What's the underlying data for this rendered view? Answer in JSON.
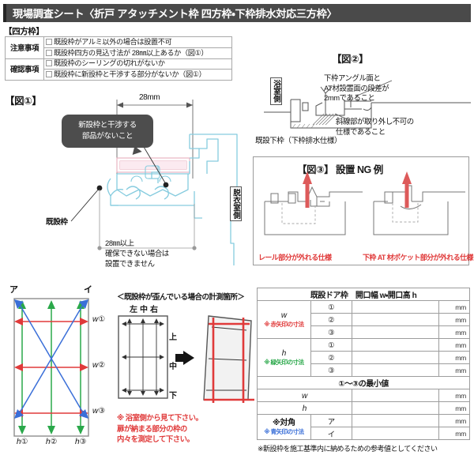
{
  "header": {
    "title": "現場調査シート〈折戸 アタッチメント枠 四方枠・下枠排水対応三方枠〉"
  },
  "section_label": "【四方枠】",
  "checklist": {
    "rows": [
      {
        "category": "注意事項",
        "items": [
          "既設枠がアルミ以外の場合は設置不可",
          "既設枠四方の見込寸法が 28㎜以上あるか（図①）"
        ]
      },
      {
        "category": "確認事項",
        "items": [
          "既設枠のシーリングの切れがないか",
          "既設枠に新設枠と干渉する部分がないか（図①）"
        ]
      }
    ]
  },
  "fig1": {
    "label": "【図①】",
    "dimension": "28mm",
    "callout_line1": "新設枠と干渉する",
    "callout_line2": "部品がないこと",
    "frame_label": "既設枠",
    "note": "28㎜以上\n確保できない場合は\n設置できません",
    "side_label": "脱衣室側"
  },
  "fig2": {
    "label": "【図②】",
    "side_label": "浴室側",
    "note_a": "下枠アングル面と\nAT材設置面の段差が\n2mmであること",
    "note_b": "斜線部が取り外し不可の\n仕様であること",
    "caption": "既設下枠（下枠排水仕様）"
  },
  "fig3": {
    "label": "【図③】 設置 NG 例",
    "caption_left": "レール部分が外れる仕様",
    "caption_right": "下枠 AT 材ポケット部分が外れる仕様"
  },
  "measure_diagram": {
    "corner_left": "ア",
    "corner_right": "イ",
    "w_labels": [
      "w①",
      "w②",
      "w③"
    ],
    "h_labels": [
      "h①",
      "h②",
      "h③"
    ]
  },
  "warp_diagram": {
    "title": "＜既設枠が歪んでいる場合の計測箇所＞",
    "columns": "左中右",
    "rows": [
      "上",
      "中",
      "下"
    ],
    "warning": "※ 浴室側から見て下さい。\n扉が納まる部分の枠の\n内々を測定して下さい。"
  },
  "data_table": {
    "header": "既設ドア枠　開口幅 w・開口高 h",
    "groups": [
      {
        "label": "w",
        "sublabel": "※ 赤矢印の寸法",
        "sub_color": "#e03a3a",
        "rows": [
          {
            "num": "①",
            "value": "",
            "unit": "mm"
          },
          {
            "num": "②",
            "value": "",
            "unit": "mm"
          },
          {
            "num": "③",
            "value": "",
            "unit": "mm"
          }
        ]
      },
      {
        "label": "h",
        "sublabel": "※ 緑矢印の寸法",
        "sub_color": "#2aa84a",
        "rows": [
          {
            "num": "①",
            "value": "",
            "unit": "mm"
          },
          {
            "num": "②",
            "value": "",
            "unit": "mm"
          },
          {
            "num": "③",
            "value": "",
            "unit": "mm"
          }
        ]
      }
    ],
    "min_header": "①～③の最小値",
    "min_rows": [
      {
        "label": "w",
        "value": "",
        "unit": "mm"
      },
      {
        "label": "h",
        "value": "",
        "unit": "mm"
      }
    ],
    "diagonal": {
      "label": "※対角",
      "sublabel": "※ 青矢印の寸法",
      "sub_color": "#3a6fd8",
      "rows": [
        {
          "num": "ア",
          "value": "",
          "unit": "mm"
        },
        {
          "num": "イ",
          "value": "",
          "unit": "mm"
        }
      ]
    },
    "footnote": "※新設枠を施工基準内に納めるための参考値としてください"
  },
  "colors": {
    "title_bar": "#4a4a4a",
    "red": "#e03a3a",
    "green": "#2aa84a",
    "blue": "#3a6fd8",
    "cyan": "#9fd9e8",
    "pink": "#f0c8d4"
  }
}
